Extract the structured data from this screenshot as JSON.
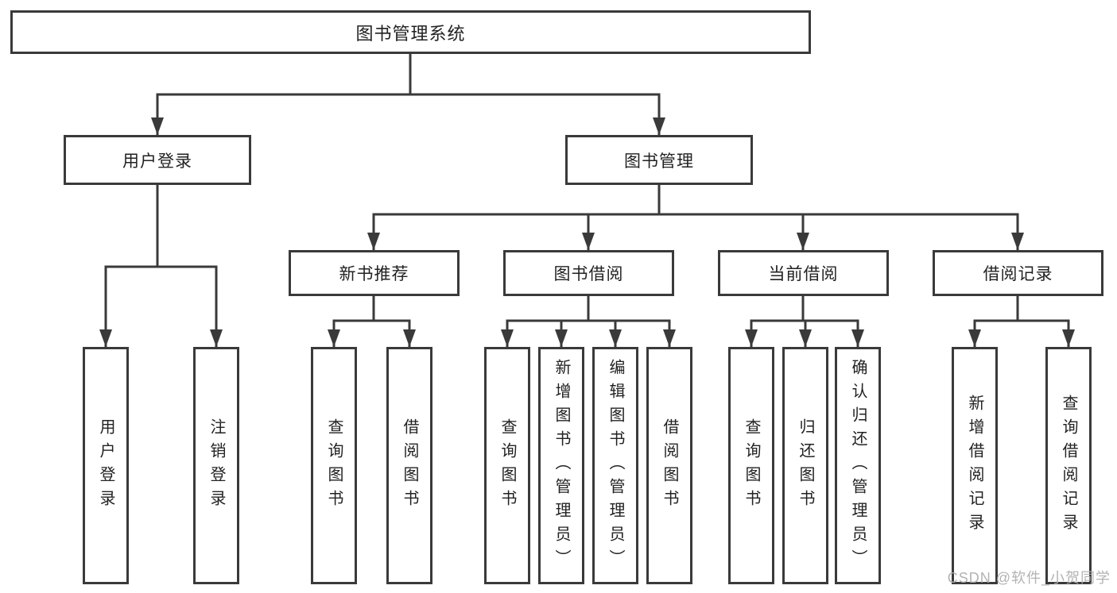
{
  "tree": {
    "label": "图书管理系统",
    "children": [
      {
        "label": "用户登录",
        "children": [
          {
            "label": "用户登录"
          },
          {
            "label": "注销登录"
          }
        ]
      },
      {
        "label": "图书管理",
        "children": [
          {
            "label": "新书推荐",
            "children": [
              {
                "label": "查询图书"
              },
              {
                "label": "借阅图书"
              }
            ]
          },
          {
            "label": "图书借阅",
            "children": [
              {
                "label": "查询图书"
              },
              {
                "label": "新增图书（管理员）"
              },
              {
                "label": "编辑图书（管理员）"
              },
              {
                "label": "借阅图书"
              }
            ]
          },
          {
            "label": "当前借阅",
            "children": [
              {
                "label": "查询图书"
              },
              {
                "label": "归还图书"
              },
              {
                "label": "确认归还（管理员）"
              }
            ]
          },
          {
            "label": "借阅记录",
            "children": [
              {
                "label": "新增借阅记录"
              },
              {
                "label": "查询借阅记录"
              }
            ]
          }
        ]
      }
    ]
  },
  "watermark": {
    "text": "CSDN @软件_小贺同学"
  },
  "colors": {
    "line": "#3a3a3a",
    "box_border": "#3a3a3a",
    "text": "#222222",
    "background": "#ffffff",
    "watermark": "#afafaf"
  }
}
